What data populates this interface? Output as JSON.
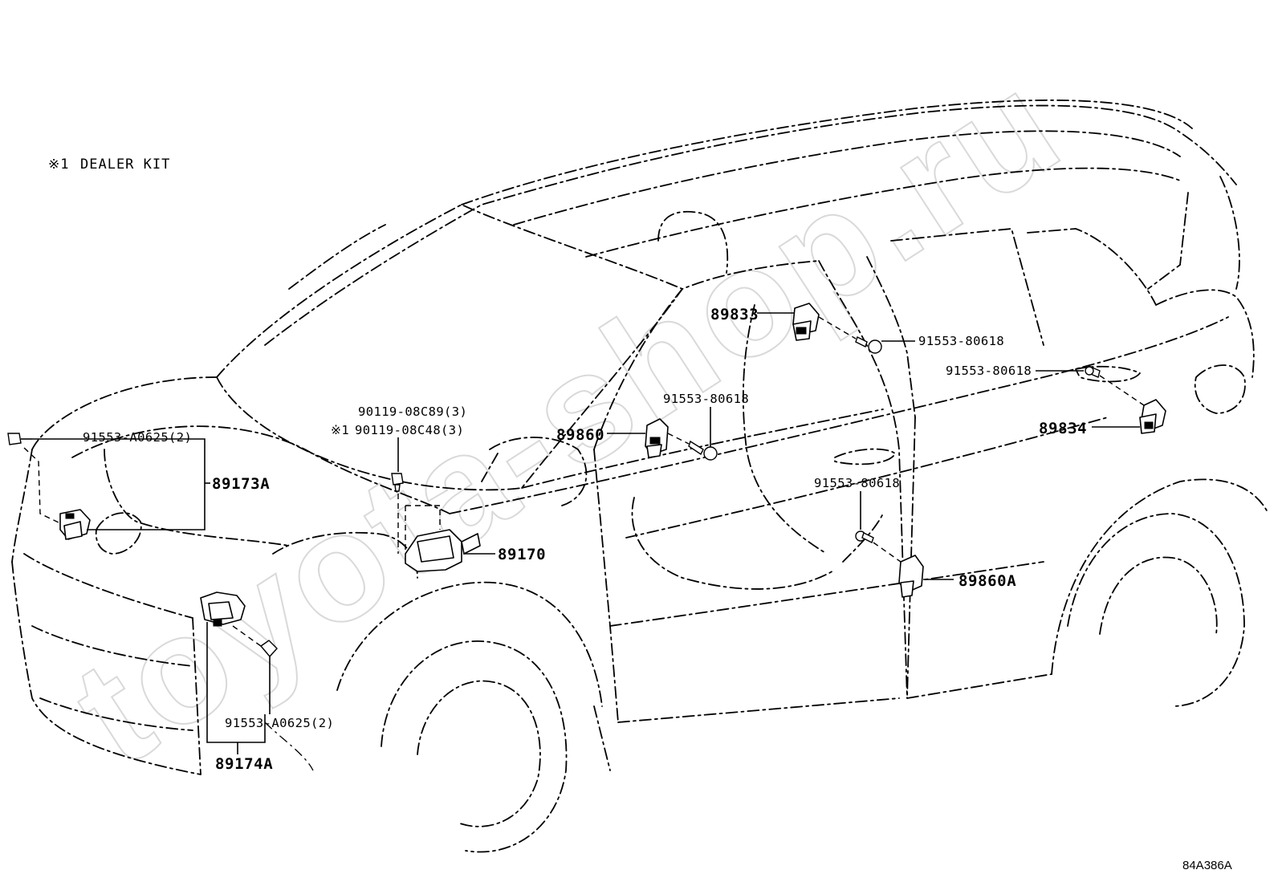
{
  "note": {
    "mark": "※1",
    "text": "DEALER KIT"
  },
  "watermark": "toyota-shop.ru",
  "diagram_code": "84A386A",
  "labels": {
    "p89173A": "89173A",
    "p89174A": "89174A",
    "p89170": "89170",
    "p89860": "89860",
    "p89860A": "89860A",
    "p89833": "89833",
    "p89834": "89834",
    "bolt_front_left": "91553-A0625(2)",
    "bolt_front_lower": "91553-A0625(2)",
    "bolt_89170_a": "90119-08C89(3)",
    "bolt_89170_b_mark": "※1",
    "bolt_89170_b": "90119-08C48(3)",
    "bolt_89860": "91553-80618",
    "bolt_89833": "91553-80618",
    "bolt_89834": "91553-80618",
    "bolt_89860A": "91553-80618"
  }
}
